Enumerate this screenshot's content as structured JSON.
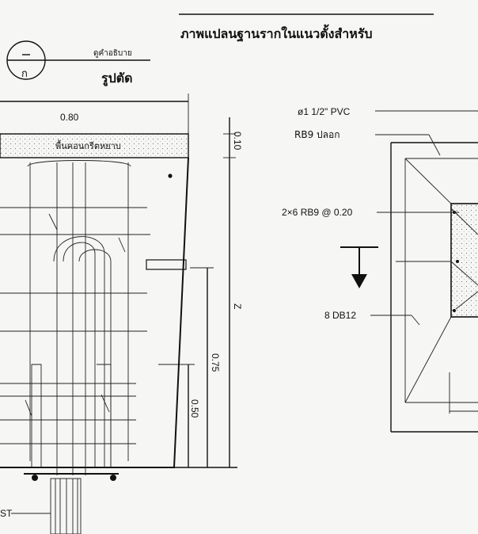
{
  "title": "ภาพแปลนฐานรากในแนวตั้งสำหรับ",
  "subtitle": "ดูคำอธิบาย",
  "section_note": "รูปตัด",
  "section_mark": "ก",
  "slab_label": "พื้นคอนกรีตหยาบ",
  "dims": {
    "top_width": "0.80",
    "slab_thickness": "0.10",
    "depth": "Z",
    "h1": "0.75",
    "h2": "0.50"
  },
  "callouts": {
    "pvc": "ø1 1/2\" PVC",
    "stirrup": "RB9 ปลอก",
    "tie": "2×6 RB9 @ 0.20",
    "main": "8 DB12",
    "pile": "ST"
  }
}
